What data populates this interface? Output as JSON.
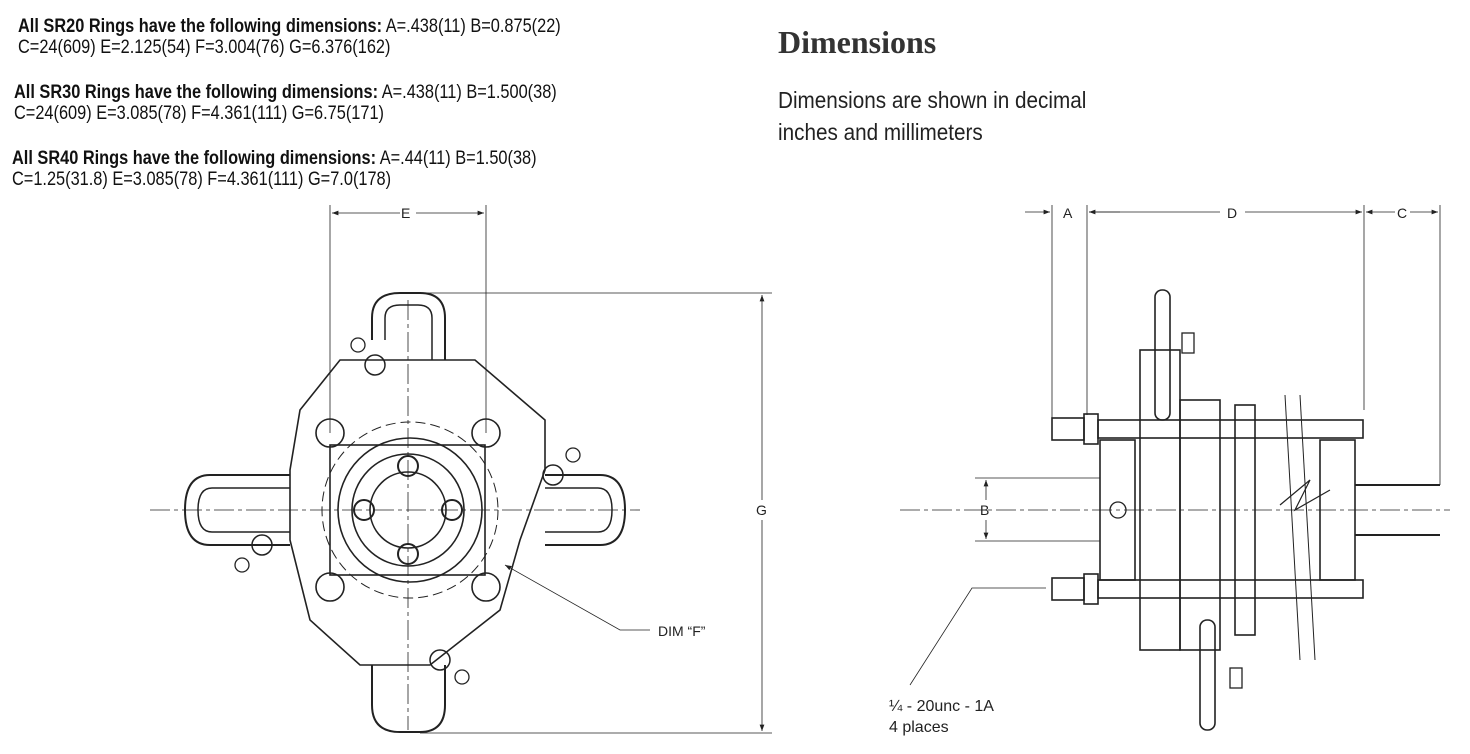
{
  "specs": [
    {
      "heading": "All SR20 Rings have the following dimensions:",
      "line1": " A=.438(11) B=0.875(22)",
      "line2": "C=24(609) E=2.125(54) F=3.004(76) G=6.376(162)"
    },
    {
      "heading": "All SR30 Rings have the following dimensions:",
      "line1": " A=.438(11) B=1.500(38)",
      "line2": "C=24(609) E=3.085(78) F=4.361(111) G=6.75(171)"
    },
    {
      "heading": "All SR40 Rings have the following dimensions:",
      "line1": " A=.44(11) B=1.50(38)",
      "line2": "C=1.25(31.8) E=3.085(78) F=4.361(111) G=7.0(178)"
    }
  ],
  "section": {
    "title": "Dimensions",
    "description": "Dimensions are shown in decimal inches and millimeters"
  },
  "labels": {
    "E": "E",
    "G": "G",
    "F": "DIM “F”",
    "A": "A",
    "D": "D",
    "C": "C",
    "B": "B",
    "thread_line1": "¼ - 20unc - 1A",
    "thread_line2": "4 places"
  }
}
